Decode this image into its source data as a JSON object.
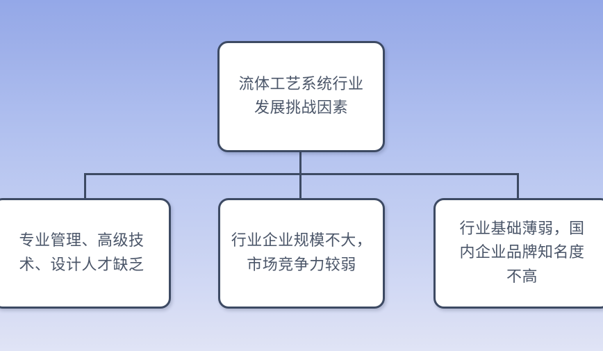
{
  "diagram": {
    "type": "organizational-tree",
    "background": {
      "gradient_top_color": "#94a8e8",
      "gradient_bottom_color": "#dde1f4"
    },
    "style": {
      "node_fill": "#ffffff",
      "node_border_color": "#3d4a63",
      "text_color": "#4a5568",
      "connector_color": "#3d4a63"
    },
    "root": {
      "label": "流体工艺系统行业\n发展挑战因素"
    },
    "children": [
      {
        "label": "专业管理、高级技\n术、设计人才缺乏"
      },
      {
        "label": "行业企业规模不大，\n市场竞争力较弱"
      },
      {
        "label": "行业基础薄弱，国\n内企业品牌知名度\n不高"
      }
    ]
  }
}
